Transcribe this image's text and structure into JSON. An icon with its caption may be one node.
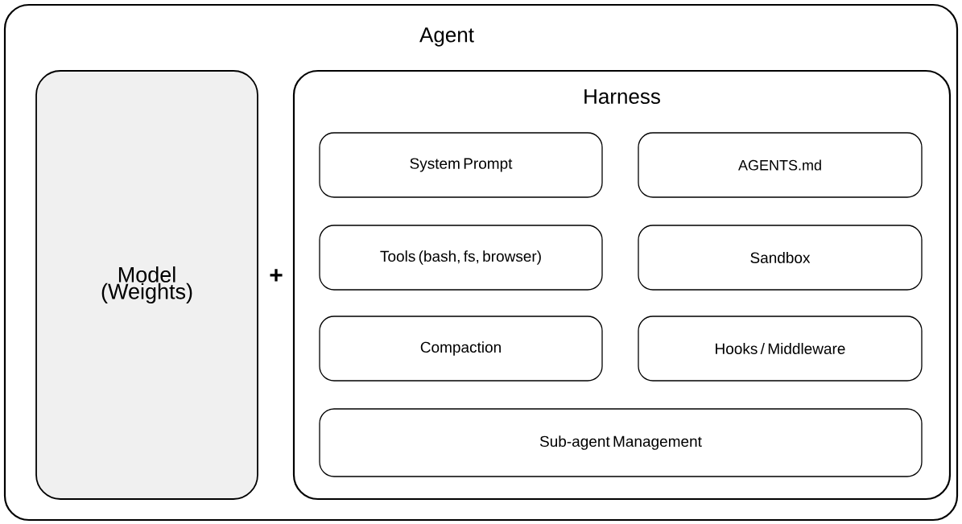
{
  "diagram": {
    "nodes": [
      {
        "text": [
          "Agent"
        ]
      },
      {
        "text": [
          "Model (Weights)"
        ],
        "in": 0
      },
      {
        "text": [
          "Harness"
        ],
        "in": 0
      },
      {
        "text": [
          "System Prompt"
        ],
        "in": 2
      },
      {
        "text": [
          "AGENTS.md"
        ],
        "in": 2
      },
      {
        "text": [
          "Tools (bash, fs, browser)"
        ],
        "in": 2
      },
      {
        "text": [
          "Sandbox"
        ],
        "in": 2
      },
      {
        "text": [
          "Compaction"
        ],
        "in": 2
      },
      {
        "text": [
          "Hooks / Middleware"
        ],
        "in": 2
      },
      {
        "text": [
          "Sub-agent Management"
        ],
        "in": 2
      }
    ],
    "edges": [],
    "labels": [
      "+"
    ]
  }
}
